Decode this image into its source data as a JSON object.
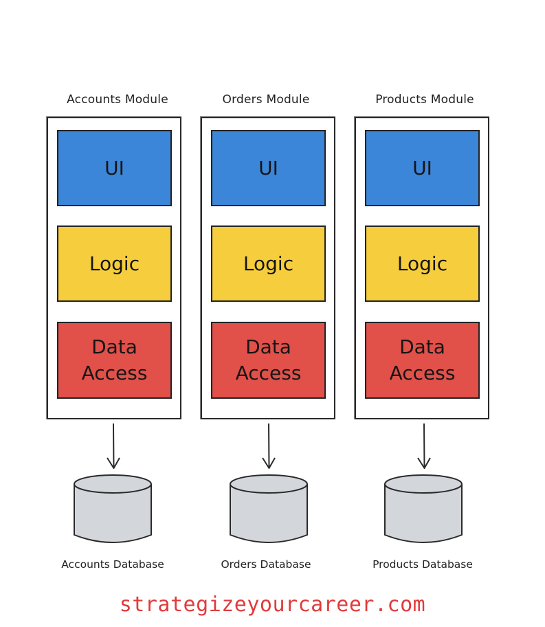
{
  "modules": [
    {
      "title": "Accounts Module",
      "layers": {
        "ui": "UI",
        "logic": "Logic",
        "data_line1": "Data",
        "data_line2": "Access"
      },
      "database": "Accounts Database"
    },
    {
      "title": "Orders Module",
      "layers": {
        "ui": "UI",
        "logic": "Logic",
        "data_line1": "Data",
        "data_line2": "Access"
      },
      "database": "Orders Database"
    },
    {
      "title": "Products Module",
      "layers": {
        "ui": "UI",
        "logic": "Logic",
        "data_line1": "Data",
        "data_line2": "Access"
      },
      "database": "Products Database"
    }
  ],
  "colors": {
    "ui": "#3b86d8",
    "logic": "#f6cd3c",
    "data_access": "#e2504a",
    "database": "#d3d6db",
    "footer": "#e03b3b"
  },
  "footer": "strategizeyourcareer.com"
}
